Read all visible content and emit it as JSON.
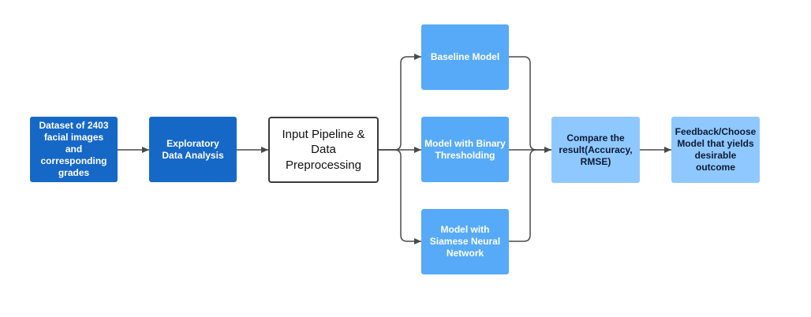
{
  "diagram": {
    "nodes": {
      "dataset": {
        "label": "Dataset of 2403 facial images and corresponding grades"
      },
      "eda": {
        "label": "Exploratory Data Analysis"
      },
      "pipeline": {
        "label": "Input Pipeline & Data Preprocessing"
      },
      "baseline": {
        "label": "Baseline Model"
      },
      "binary": {
        "label": "Model with Binary Thresholding"
      },
      "siamese": {
        "label": "Model with Siamese Neural Network"
      },
      "compare": {
        "label": "Compare the result(Accuracy, RMSE)"
      },
      "feedback": {
        "label": "Feedback/Choose Model that yields desirable outcome"
      }
    },
    "edges": [
      {
        "from": "dataset",
        "to": "eda"
      },
      {
        "from": "eda",
        "to": "pipeline"
      },
      {
        "from": "pipeline",
        "to": "baseline"
      },
      {
        "from": "pipeline",
        "to": "binary"
      },
      {
        "from": "pipeline",
        "to": "siamese"
      },
      {
        "from": "baseline",
        "to": "compare"
      },
      {
        "from": "binary",
        "to": "compare"
      },
      {
        "from": "siamese",
        "to": "compare"
      },
      {
        "from": "compare",
        "to": "feedback"
      }
    ],
    "colors": {
      "primary_dark": "#1668c7",
      "model_blue": "#57aaf7",
      "light_blue": "#8fc8ff",
      "connector": "#4a4a4a"
    }
  }
}
